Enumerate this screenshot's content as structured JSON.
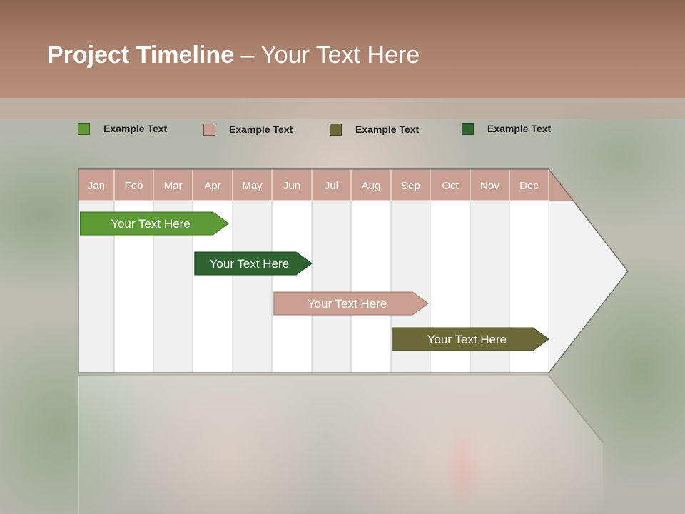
{
  "title": {
    "bold": "Project Timeline",
    "rest": " – Your Text Here"
  },
  "legend": [
    {
      "label": "Example Text",
      "color": "#5e9b34"
    },
    {
      "label": "Example Text",
      "color": "#c9a091"
    },
    {
      "label": "Example Text",
      "color": "#6a6a38"
    },
    {
      "label": "Example Text",
      "color": "#2f6332"
    }
  ],
  "months": [
    "Jan",
    "Feb",
    "Mar",
    "Apr",
    "May",
    "Jun",
    "Jul",
    "Aug",
    "Sep",
    "Oct",
    "Nov",
    "Dec"
  ],
  "tasks": [
    {
      "label": "Your  Text Here",
      "start": 0.05,
      "end": 3.9,
      "color": "#5e9b34",
      "border": "#3f7420"
    },
    {
      "label": "Your  Text Here",
      "start": 3.05,
      "end": 6.0,
      "color": "#2f6332",
      "border": "#1d4520"
    },
    {
      "label": "Your  Text Here",
      "start": 5.05,
      "end": 8.95,
      "color": "#c9a091",
      "border": "#a47c6c"
    },
    {
      "label": "Your  Text Here",
      "start": 8.05,
      "end": 12.0,
      "color": "#6a6a38",
      "border": "#4a4a22"
    }
  ],
  "colors": {
    "header": "#b08572",
    "month_header": "#c9a091",
    "column_shaded": "#f0f0f0",
    "column_plain": "#ffffff"
  }
}
